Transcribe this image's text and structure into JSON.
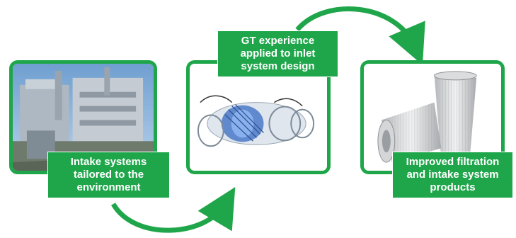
{
  "steps": [
    {
      "label": "Intake systems\ntailored to the\nenvironment",
      "image": "industrial-intake-plant-photo"
    },
    {
      "label": "GT experience\napplied to inlet\nsystem design",
      "image": "gas-turbine-cutaway-render"
    },
    {
      "label": "Improved filtration\nand intake system\nproducts",
      "image": "cylindrical-filter-cartridges-photo"
    }
  ],
  "colors": {
    "accent": "#1fa64a",
    "label_text": "#ffffff"
  },
  "arrows": [
    "curved-arrow-step1-to-step2",
    "curved-arrow-step2-to-step3"
  ]
}
